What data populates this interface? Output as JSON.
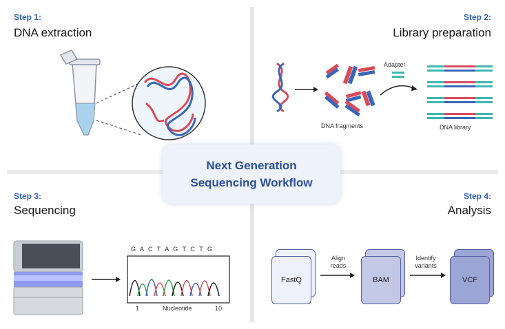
{
  "center": {
    "line1": "Next Generation",
    "line2": "Sequencing Workflow"
  },
  "steps": [
    {
      "step": "Step 1:",
      "title": "DNA extraction"
    },
    {
      "step": "Step 2:",
      "title": "Library preparation"
    },
    {
      "step": "Step 3:",
      "title": "Sequencing"
    },
    {
      "step": "Step 4:",
      "title": "Analysis"
    }
  ],
  "library": {
    "adapter": "Adapter",
    "fragments": "DNA fragments",
    "library": "DNA library"
  },
  "sequencing": {
    "bases": "G A C T A G T C T G",
    "start": "1",
    "axis": "Nucleotide",
    "end": "10"
  },
  "analysis": {
    "fastq": "FastQ",
    "bam": "BAM",
    "vcf": "VCF",
    "align_1": "Align",
    "align_2": "reads",
    "identify_1": "Identify",
    "identify_2": "variants"
  },
  "colors": {
    "accent": "#2f5fb3",
    "dna_red": "#d94a5a",
    "dna_blue": "#3a66b8",
    "teal": "#3ab7b0"
  }
}
